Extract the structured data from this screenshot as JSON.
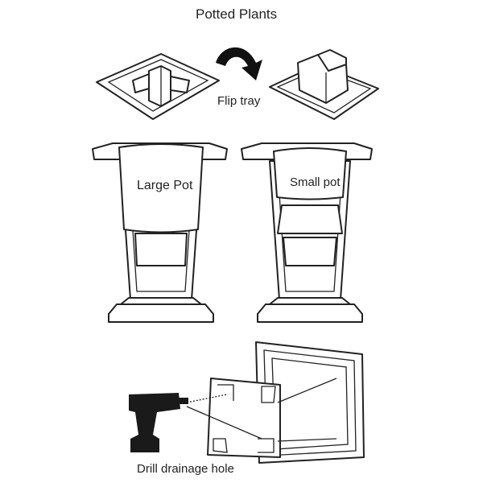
{
  "title": "Potted Plants",
  "steps": {
    "flip_tray": "Flip tray",
    "large_pot": "Large Pot",
    "small_pot": "Small pot",
    "drill": "Drill drainage hole"
  },
  "colors": {
    "line": "#222222",
    "background": "#ffffff"
  }
}
